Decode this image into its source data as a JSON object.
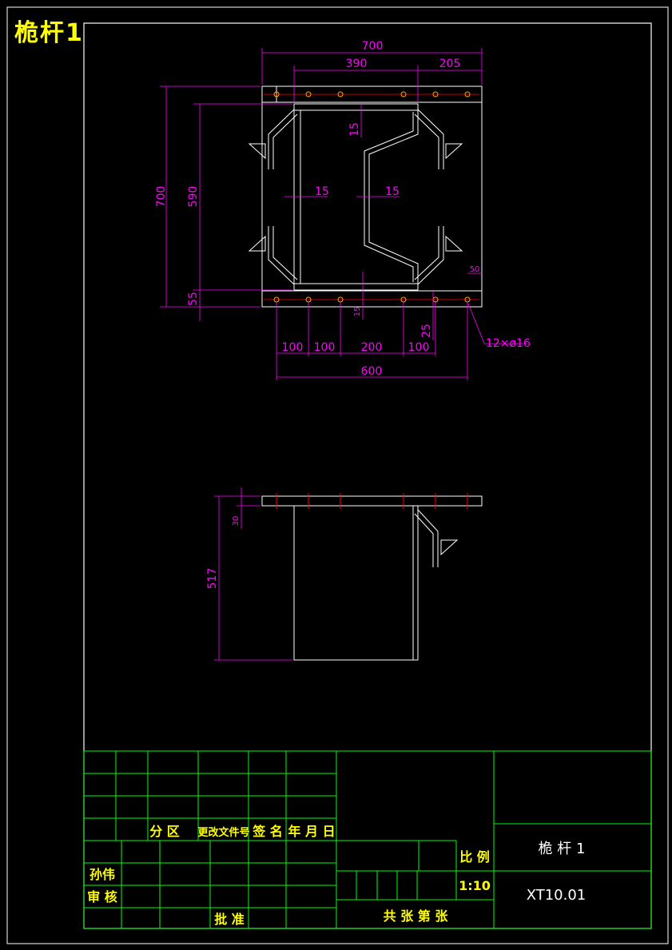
{
  "drawing": {
    "title": "桅杆1",
    "dims": {
      "overall_width": "700",
      "inner_width": "390",
      "side_offset": "205",
      "overall_height": "700",
      "inner_height": "590",
      "edge_55": "55",
      "wall_15_top": "15",
      "wall_15_left": "15",
      "wall_15_right": "15",
      "hole_15_bottom": "15",
      "hole_pitch_a": "100",
      "hole_pitch_b": "100",
      "hole_pitch_c": "200",
      "hole_pitch_d": "100",
      "hole_row_25": "25",
      "hole_span": "600",
      "corner_50": "50",
      "holes_spec": "12×ø16",
      "plate_thickness": "30",
      "side_height": "517"
    }
  },
  "title_block": {
    "zone": "分  区",
    "change_doc": "更改文件号",
    "signature": "签 名",
    "date": "年 月 日",
    "drawn_by": "孙伟",
    "reviewed_by": "审 核",
    "approved": "批 准",
    "scale_label": "比 例",
    "scale_value": "1:10",
    "sheet_info": "共    张  第    张",
    "part_name": "桅 杆 1",
    "drawing_no": "XT10.01"
  },
  "colors": {
    "background": "#000000",
    "outline": "#ffffff",
    "dimension": "#ff00ff",
    "hole_center": "#ff0000",
    "grid": "#00ff00",
    "label": "#ffff00"
  }
}
